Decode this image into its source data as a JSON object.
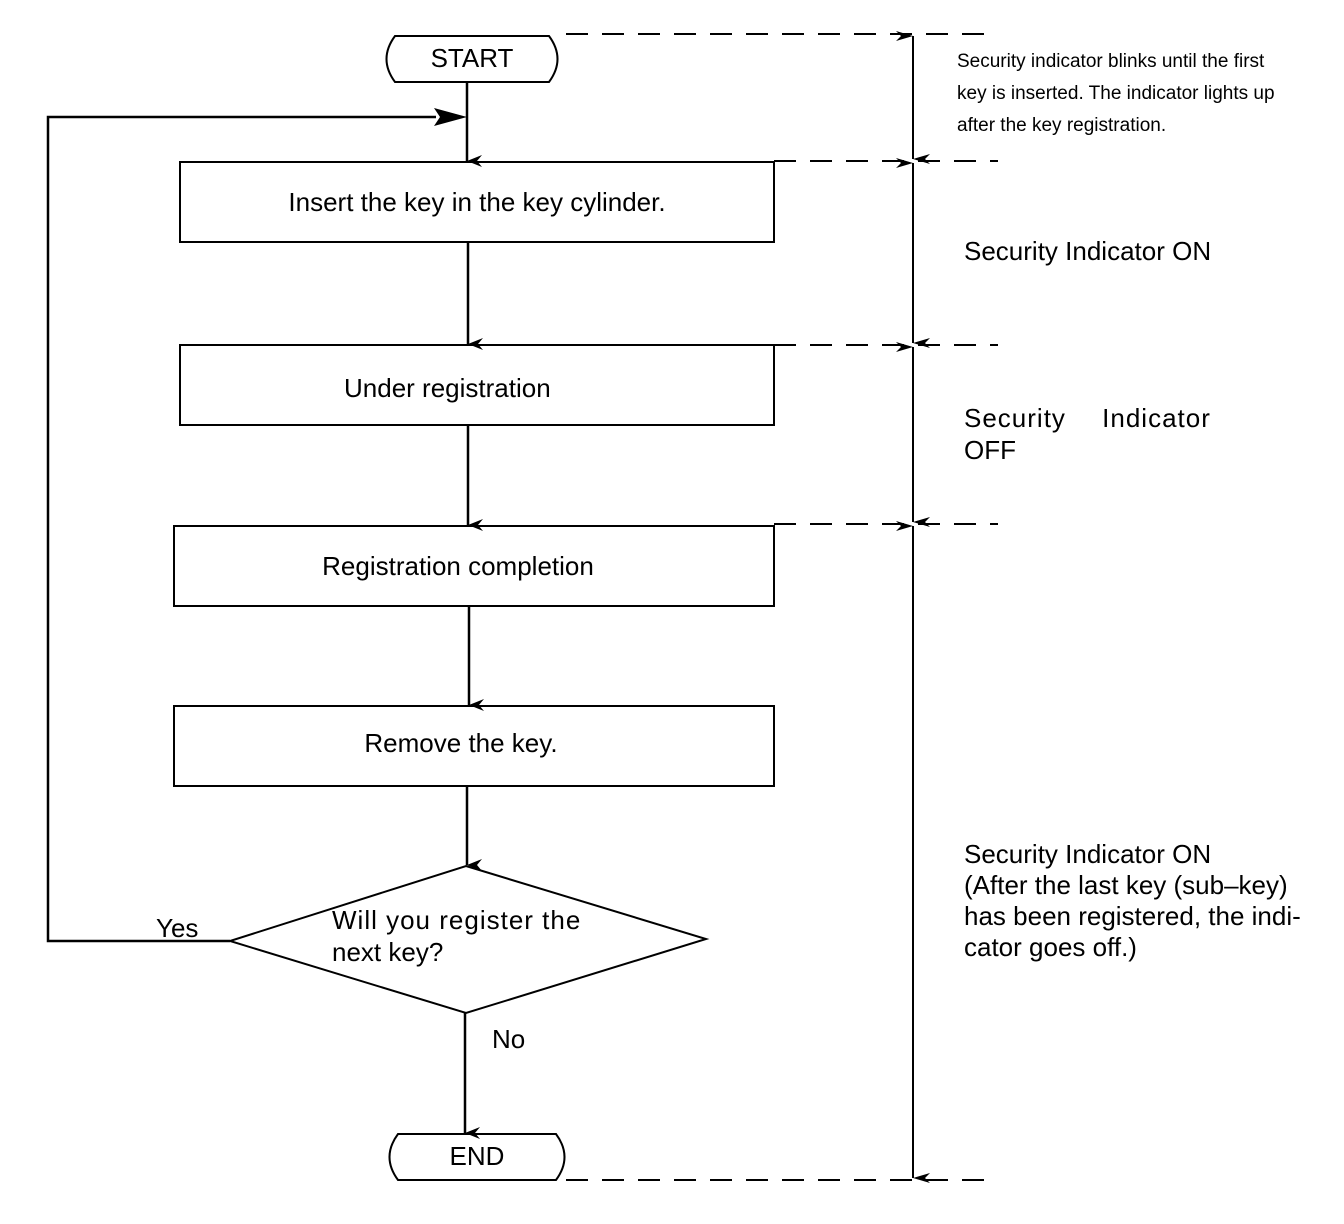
{
  "flowchart": {
    "start": "START",
    "end": "END",
    "steps": [
      "Insert the key in the key cylinder.",
      "Under registration",
      "Registration completion",
      "Remove the key."
    ],
    "decision": {
      "line1": "Will you register the",
      "line2": "next key?",
      "yes": "Yes",
      "no": "No"
    }
  },
  "annotations": {
    "blink_note": [
      "Security indicator blinks until the first",
      "key is inserted. The indicator lights up",
      "after the key registration."
    ],
    "phase_on_1": "Security Indicator ON",
    "phase_off": [
      "Security Indicator",
      "OFF"
    ],
    "phase_on_2": [
      "Security Indicator ON",
      "(After the last key (sub–key)",
      "has been registered, the indi-",
      "cator goes off.)"
    ]
  }
}
